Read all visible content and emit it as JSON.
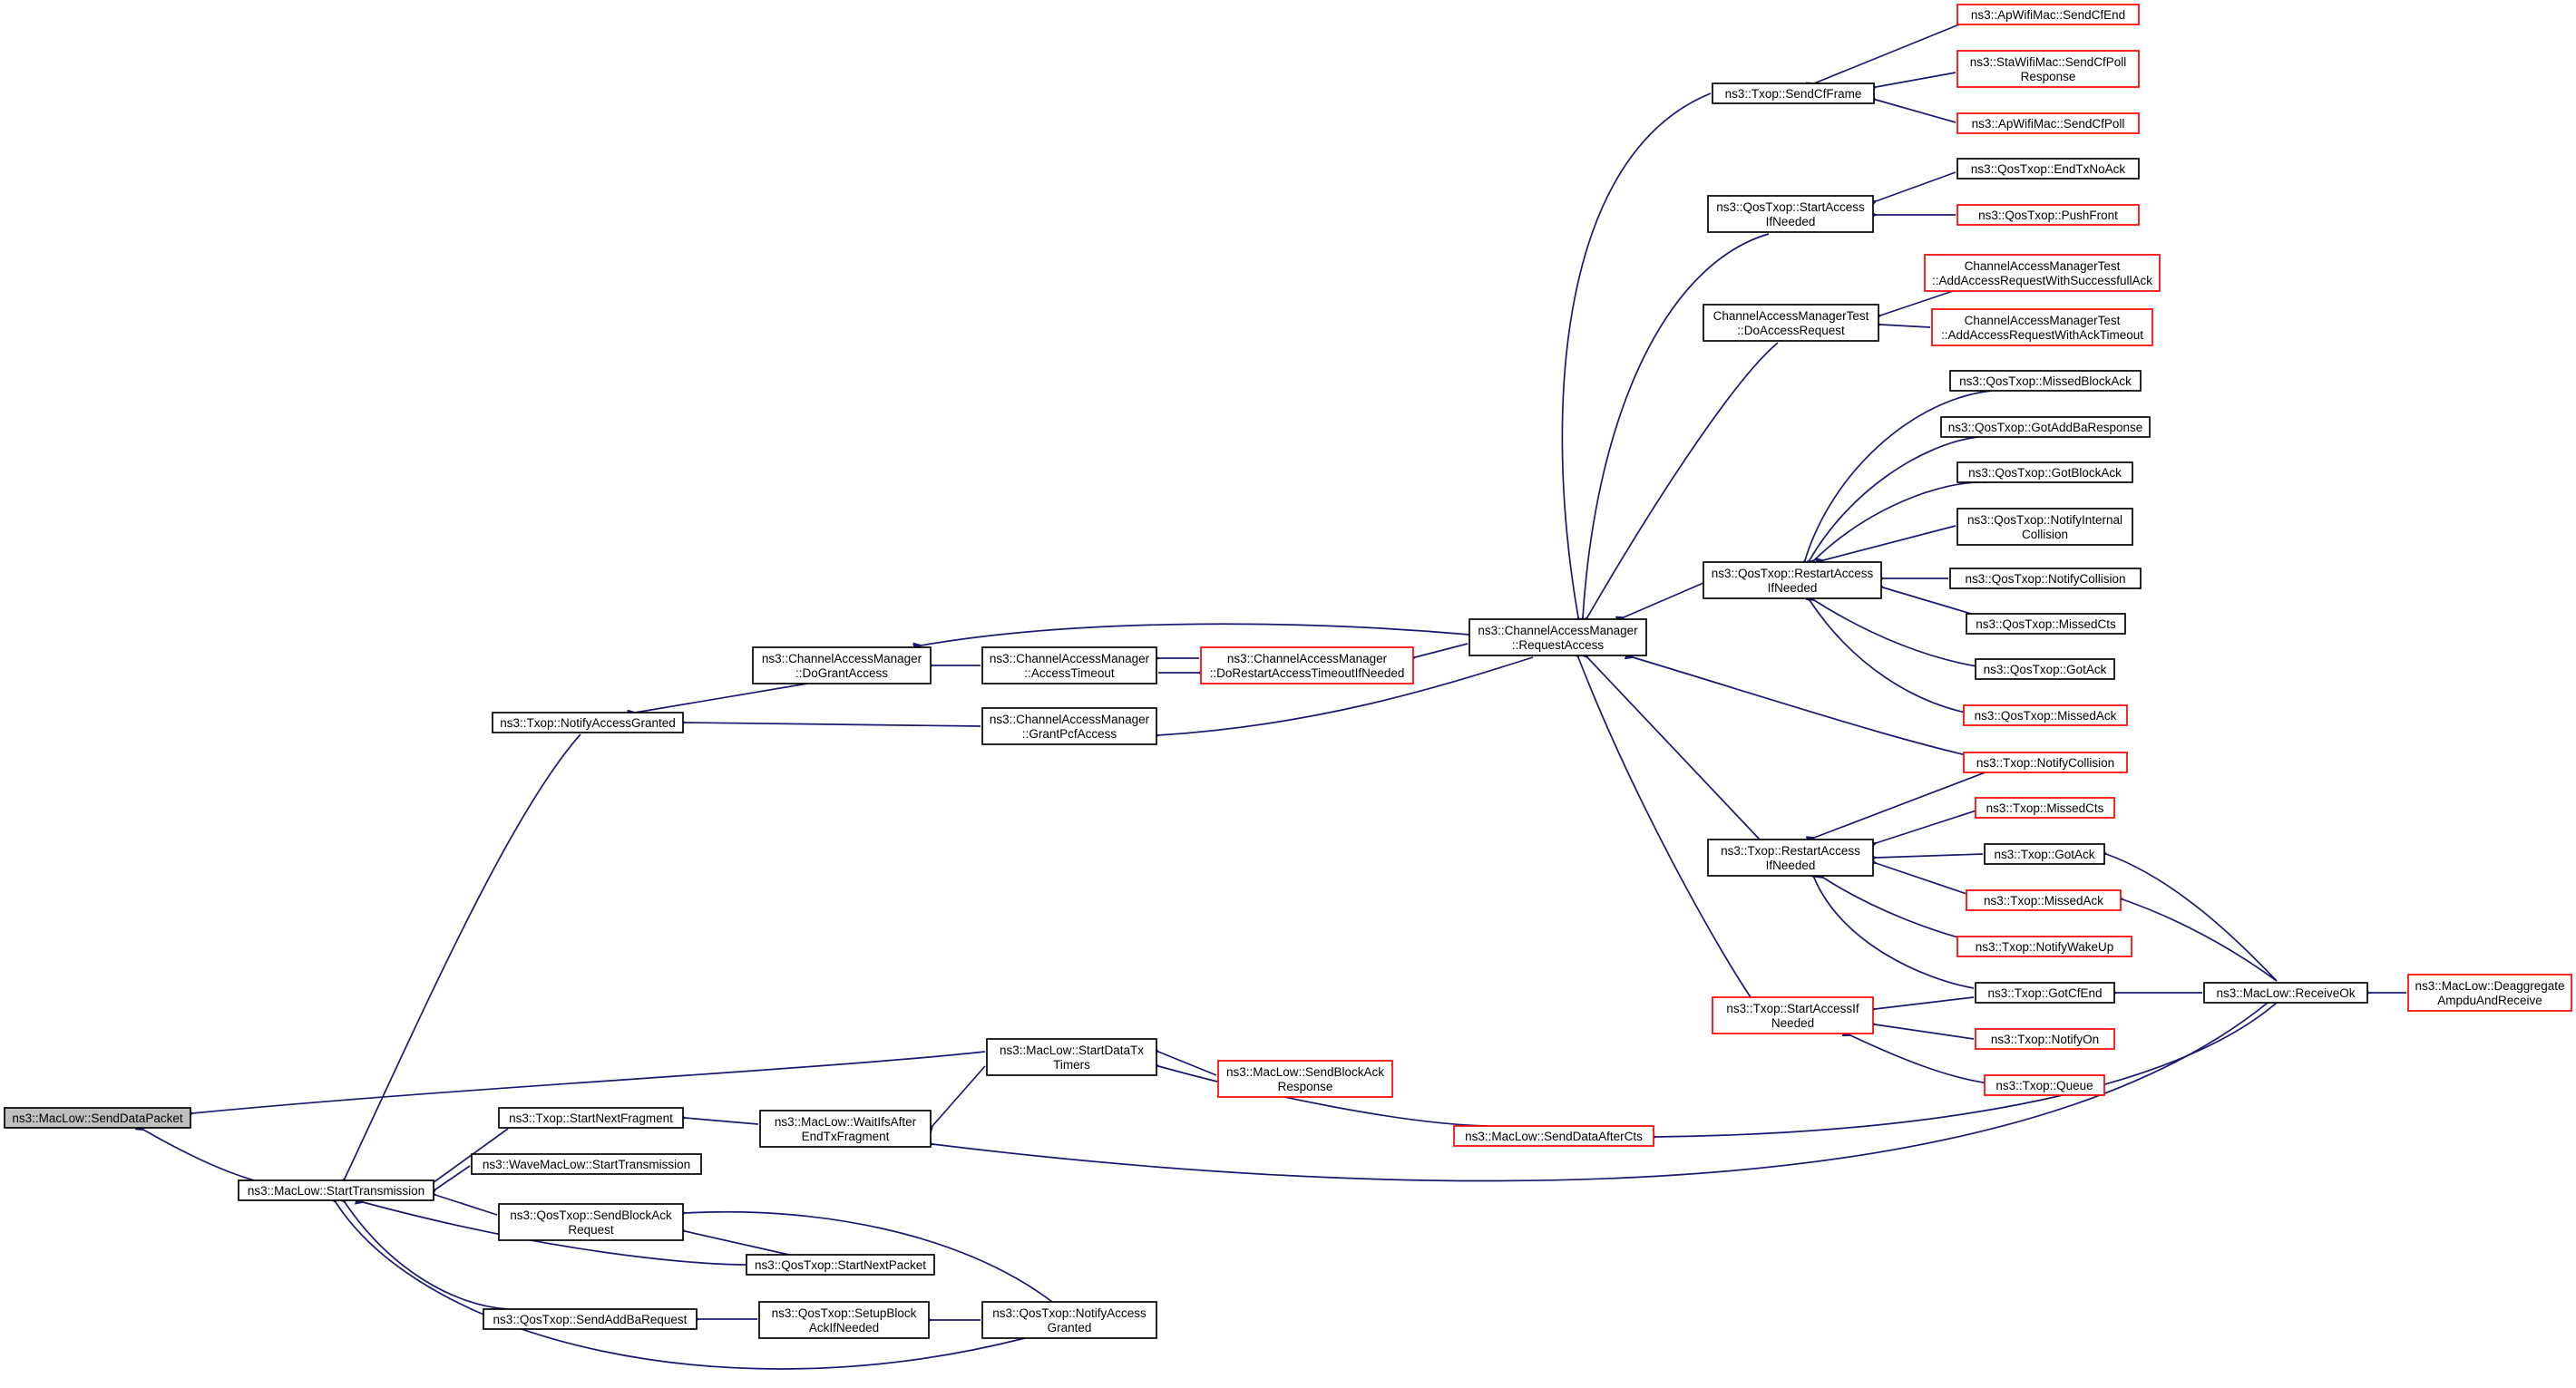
{
  "diagram": {
    "type": "call-graph",
    "colors": {
      "edge": "#191970",
      "node_border": "#000000",
      "node_border_truncated": "#ff0000",
      "root_fill": "#bfbfbf",
      "node_fill": "#ffffff"
    },
    "nodes": [
      {
        "id": "n0",
        "lines": [
          "ns3::MacLow::SendDataPacket"
        ],
        "style": "root"
      },
      {
        "id": "n1",
        "lines": [
          "ns3::MacLow::StartTransmission"
        ],
        "style": "normal"
      },
      {
        "id": "n2",
        "lines": [
          "ns3::Txop::NotifyAccessGranted"
        ],
        "style": "normal"
      },
      {
        "id": "n3",
        "lines": [
          "ns3::ChannelAccessManager",
          "::DoGrantAccess"
        ],
        "style": "normal"
      },
      {
        "id": "n4",
        "lines": [
          "ns3::ChannelAccessManager",
          "::AccessTimeout"
        ],
        "style": "normal"
      },
      {
        "id": "n5",
        "lines": [
          "ns3::ChannelAccessManager",
          "::DoRestartAccessTimeoutIfNeeded"
        ],
        "style": "red"
      },
      {
        "id": "n6",
        "lines": [
          "ns3::ChannelAccessManager",
          "::GrantPcfAccess"
        ],
        "style": "normal"
      },
      {
        "id": "n7",
        "lines": [
          "ns3::ChannelAccessManager",
          "::RequestAccess"
        ],
        "style": "normal"
      },
      {
        "id": "n8",
        "lines": [
          "ns3::Txop::SendCfFrame"
        ],
        "style": "normal"
      },
      {
        "id": "n9",
        "lines": [
          "ns3::ApWifiMac::SendCfEnd"
        ],
        "style": "red"
      },
      {
        "id": "n10",
        "lines": [
          "ns3::StaWifiMac::SendCfPoll",
          "Response"
        ],
        "style": "red"
      },
      {
        "id": "n11",
        "lines": [
          "ns3::ApWifiMac::SendCfPoll"
        ],
        "style": "red"
      },
      {
        "id": "n12",
        "lines": [
          "ns3::QosTxop::StartAccess",
          "IfNeeded"
        ],
        "style": "normal"
      },
      {
        "id": "n13",
        "lines": [
          "ns3::QosTxop::EndTxNoAck"
        ],
        "style": "normal"
      },
      {
        "id": "n14",
        "lines": [
          "ns3::QosTxop::PushFront"
        ],
        "style": "red"
      },
      {
        "id": "n15",
        "lines": [
          "ChannelAccessManagerTest",
          "::DoAccessRequest"
        ],
        "style": "normal"
      },
      {
        "id": "n16",
        "lines": [
          "ChannelAccessManagerTest",
          "::AddAccessRequestWithSuccessfullAck"
        ],
        "style": "red"
      },
      {
        "id": "n17",
        "lines": [
          "ChannelAccessManagerTest",
          "::AddAccessRequestWithAckTimeout"
        ],
        "style": "red"
      },
      {
        "id": "n18",
        "lines": [
          "ns3::QosTxop::RestartAccess",
          "IfNeeded"
        ],
        "style": "normal"
      },
      {
        "id": "n19",
        "lines": [
          "ns3::QosTxop::MissedBlockAck"
        ],
        "style": "normal"
      },
      {
        "id": "n20",
        "lines": [
          "ns3::QosTxop::GotAddBaResponse"
        ],
        "style": "normal"
      },
      {
        "id": "n21",
        "lines": [
          "ns3::QosTxop::GotBlockAck"
        ],
        "style": "normal"
      },
      {
        "id": "n22",
        "lines": [
          "ns3::QosTxop::NotifyInternal",
          "Collision"
        ],
        "style": "normal"
      },
      {
        "id": "n23",
        "lines": [
          "ns3::QosTxop::NotifyCollision"
        ],
        "style": "normal"
      },
      {
        "id": "n24",
        "lines": [
          "ns3::QosTxop::MissedCts"
        ],
        "style": "normal"
      },
      {
        "id": "n25",
        "lines": [
          "ns3::QosTxop::GotAck"
        ],
        "style": "normal"
      },
      {
        "id": "n26",
        "lines": [
          "ns3::QosTxop::MissedAck"
        ],
        "style": "red"
      },
      {
        "id": "n27",
        "lines": [
          "ns3::Txop::NotifyCollision"
        ],
        "style": "red"
      },
      {
        "id": "n28",
        "lines": [
          "ns3::Txop::RestartAccess",
          "IfNeeded"
        ],
        "style": "normal"
      },
      {
        "id": "n29",
        "lines": [
          "ns3::Txop::MissedCts"
        ],
        "style": "red"
      },
      {
        "id": "n30",
        "lines": [
          "ns3::Txop::GotAck"
        ],
        "style": "normal"
      },
      {
        "id": "n31",
        "lines": [
          "ns3::Txop::MissedAck"
        ],
        "style": "red"
      },
      {
        "id": "n32",
        "lines": [
          "ns3::Txop::NotifyWakeUp"
        ],
        "style": "red"
      },
      {
        "id": "n33",
        "lines": [
          "ns3::Txop::GotCfEnd"
        ],
        "style": "normal"
      },
      {
        "id": "n34",
        "lines": [
          "ns3::MacLow::ReceiveOk"
        ],
        "style": "normal"
      },
      {
        "id": "n35",
        "lines": [
          "ns3::MacLow::Deaggregate",
          "AmpduAndReceive"
        ],
        "style": "red"
      },
      {
        "id": "n36",
        "lines": [
          "ns3::Txop::StartAccessIf",
          "Needed"
        ],
        "style": "red"
      },
      {
        "id": "n37",
        "lines": [
          "ns3::Txop::NotifyOn"
        ],
        "style": "red"
      },
      {
        "id": "n38",
        "lines": [
          "ns3::Txop::Queue"
        ],
        "style": "red"
      },
      {
        "id": "n39",
        "lines": [
          "ns3::MacLow::StartDataTx",
          "Timers"
        ],
        "style": "normal"
      },
      {
        "id": "n40",
        "lines": [
          "ns3::MacLow::SendBlockAck",
          "Response"
        ],
        "style": "red"
      },
      {
        "id": "n41",
        "lines": [
          "ns3::MacLow::SendDataAfterCts"
        ],
        "style": "red"
      },
      {
        "id": "n42",
        "lines": [
          "ns3::Txop::StartNextFragment"
        ],
        "style": "normal"
      },
      {
        "id": "n43",
        "lines": [
          "ns3::MacLow::WaitIfsAfter",
          "EndTxFragment"
        ],
        "style": "normal"
      },
      {
        "id": "n44",
        "lines": [
          "ns3::WaveMacLow::StartTransmission"
        ],
        "style": "normal"
      },
      {
        "id": "n45",
        "lines": [
          "ns3::QosTxop::SendBlockAck",
          "Request"
        ],
        "style": "normal"
      },
      {
        "id": "n46",
        "lines": [
          "ns3::QosTxop::StartNextPacket"
        ],
        "style": "normal"
      },
      {
        "id": "n47",
        "lines": [
          "ns3::QosTxop::SendAddBaRequest"
        ],
        "style": "normal"
      },
      {
        "id": "n48",
        "lines": [
          "ns3::QosTxop::SetupBlock",
          "AckIfNeeded"
        ],
        "style": "normal"
      },
      {
        "id": "n49",
        "lines": [
          "ns3::QosTxop::NotifyAccess",
          "Granted"
        ],
        "style": "normal"
      }
    ]
  }
}
